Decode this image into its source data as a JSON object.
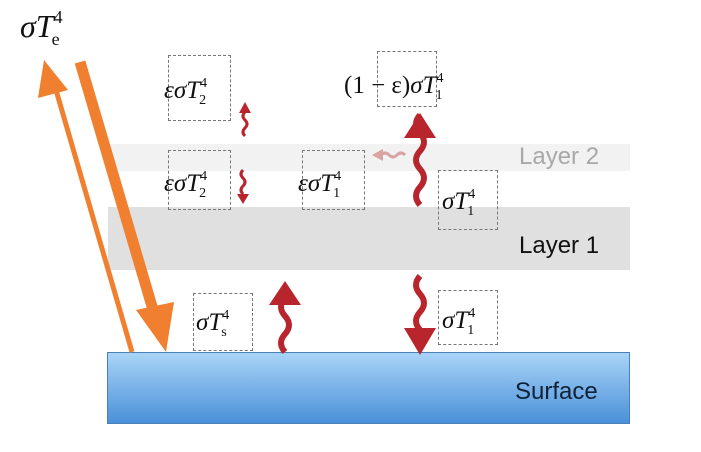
{
  "layers": {
    "layer2": "Layer 2",
    "layer1": "Layer 1",
    "surface": "Surface"
  },
  "terms": {
    "emitted_top": {
      "prefix": "",
      "base": "σT",
      "sub": "e",
      "sup": "4"
    },
    "layer2_up": {
      "prefix": "ε",
      "base": "σT",
      "sub": "2",
      "sup": "4"
    },
    "layer2_down": {
      "prefix": "ε",
      "base": "σT",
      "sub": "2",
      "sup": "4"
    },
    "transmitted": {
      "prefix": "(1 − ε)",
      "base": "σT",
      "sub": "1",
      "sup": "4"
    },
    "absorbed_layer2": {
      "prefix": "ε",
      "base": "σT",
      "sub": "1",
      "sup": "4"
    },
    "layer1_up": {
      "prefix": "",
      "base": "σT",
      "sub": "1",
      "sup": "4"
    },
    "surface_up": {
      "prefix": "",
      "base": "σT",
      "sub": "s",
      "sup": "4"
    },
    "layer1_down": {
      "prefix": "",
      "base": "σT",
      "sub": "1",
      "sup": "4"
    }
  },
  "colors": {
    "solar_arrow": "#f08030",
    "longwave_arrow": "#b8252d",
    "faded_arrow": "#d9a3a3",
    "surface_top": "#a9d4f7",
    "surface_bottom": "#4a90d9"
  }
}
